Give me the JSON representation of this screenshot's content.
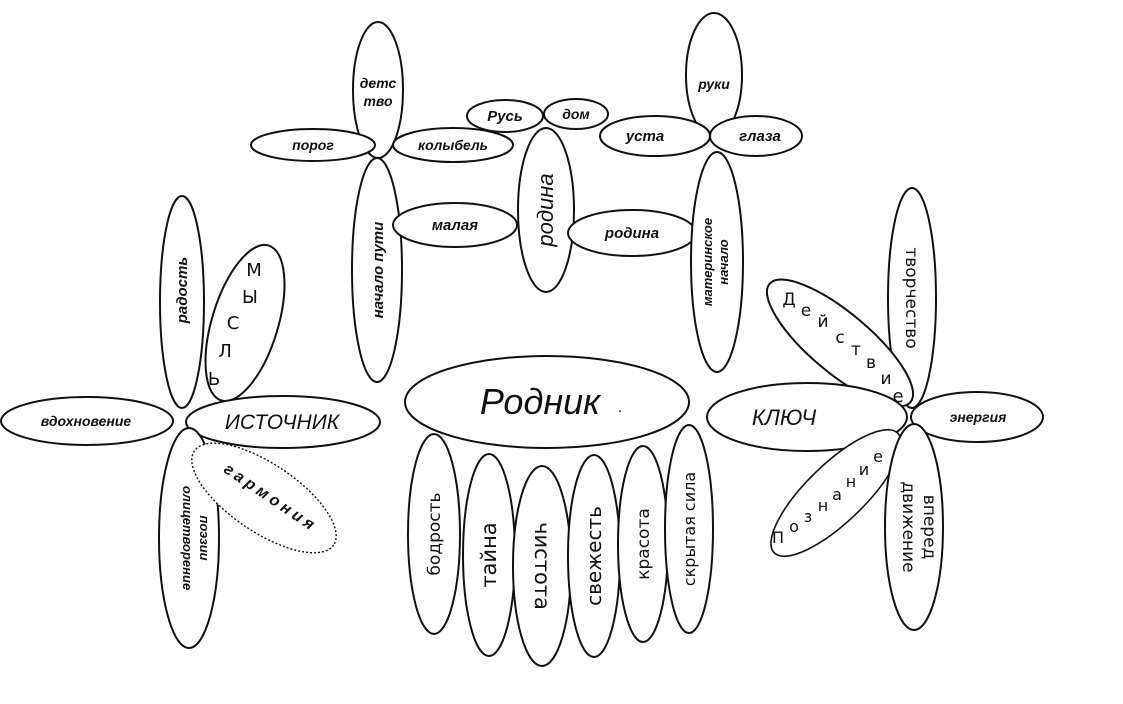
{
  "clusters": {
    "top_left": {
      "up": "детс",
      "up2": "тво",
      "left": "порог",
      "right": "колыбель",
      "down": "начало пути"
    },
    "top_middle": {
      "rus": "Русь",
      "dom": "дом",
      "malaya": "малая",
      "rodina_center": "родина",
      "rodina_right": "родина"
    },
    "top_right": {
      "up": "руки",
      "left": "уста",
      "right": "глаза",
      "down1": "материнское",
      "down2": "начало"
    },
    "left": {
      "up": "радость",
      "thought_letters": [
        "М",
        "Ы",
        "С",
        "Л",
        "Ь"
      ],
      "left": "вдохновение",
      "right": "ИСТОЧНИК",
      "down1": "олицетворение",
      "down2": "поэзии",
      "harmony": "гармония"
    },
    "center": {
      "title": "Родник",
      "petals": [
        "бодрость",
        "тайна",
        "чистота",
        "свежесть",
        "красота",
        "скрытая сила"
      ]
    },
    "right": {
      "up": "творчество",
      "action_letters": [
        "Д",
        "е",
        "й",
        "с",
        "т",
        "в",
        "и",
        "е"
      ],
      "left": "КЛЮЧ",
      "right": "энергия",
      "down1": "движение",
      "down2": "вперед",
      "knowledge_letters": [
        "П",
        "о",
        "з",
        "н",
        "а",
        "н",
        "и",
        "е"
      ]
    }
  }
}
